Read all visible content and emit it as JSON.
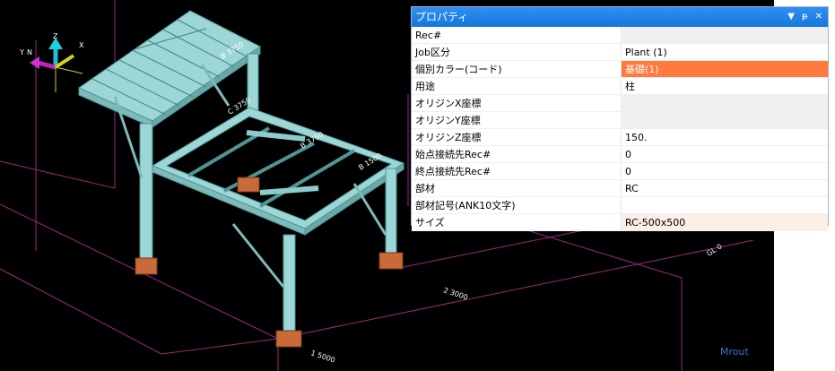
{
  "viewport": {
    "axes": {
      "x": "X",
      "y": "Y",
      "n": "N",
      "z": "Z"
    },
    "dimension_labels": [
      "B 3750",
      "C 3750",
      "B 3750",
      "B 1500",
      "GL 0",
      "2 3000",
      "1 5000"
    ],
    "watermark": "Mrout"
  },
  "properties_panel": {
    "title": "プロパティ",
    "controls": {
      "dropdown": "▼",
      "pin": "ᵽ",
      "close": "✕"
    },
    "rows": [
      {
        "key": "Rec#",
        "value": ""
      },
      {
        "key": "Job区分",
        "value": "Plant (1)"
      },
      {
        "key": "個別カラー(コード)",
        "value": "基礎(1)"
      },
      {
        "key": "用途",
        "value": "柱"
      },
      {
        "key": "オリジンX座標",
        "value": ""
      },
      {
        "key": "オリジンY座標",
        "value": ""
      },
      {
        "key": "オリジンZ座標",
        "value": "150."
      },
      {
        "key": "始点接続先Rec#",
        "value": "0"
      },
      {
        "key": "終点接続先Rec#",
        "value": "0"
      },
      {
        "key": "部材",
        "value": "RC"
      },
      {
        "key": "部材記号(ANK10文字)",
        "value": ""
      },
      {
        "key": "サイズ",
        "value": "RC-500x500"
      }
    ],
    "highlight_color": "#ff7a3c"
  }
}
